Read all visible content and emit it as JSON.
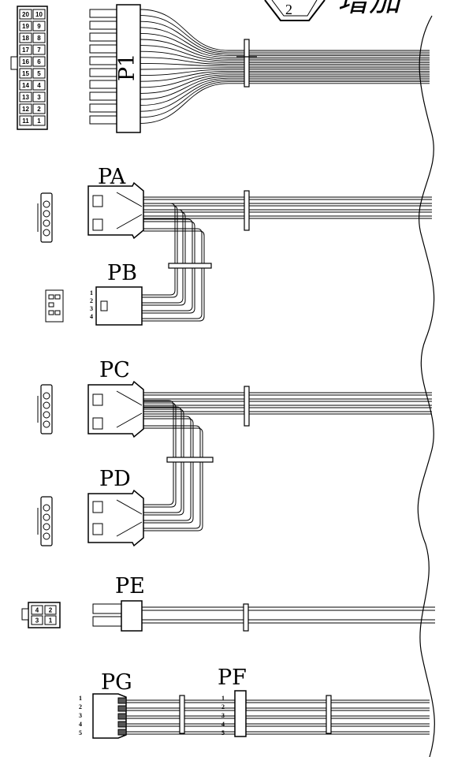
{
  "header": {
    "text": "增加",
    "badge": "2"
  },
  "connectors": {
    "p1": "P1",
    "pa": "PA",
    "pb": "PB",
    "pc": "PC",
    "pd": "PD",
    "pe": "PE",
    "pf": "PF",
    "pg": "PG"
  },
  "p1_pins": [
    [
      "20",
      "10"
    ],
    [
      "19",
      "9"
    ],
    [
      "18",
      "8"
    ],
    [
      "17",
      "7"
    ],
    [
      "16",
      "6"
    ],
    [
      "15",
      "5"
    ],
    [
      "14",
      "4"
    ],
    [
      "13",
      "3"
    ],
    [
      "12",
      "2"
    ],
    [
      "11",
      "1"
    ]
  ],
  "pe_pins": [
    [
      "4",
      "2"
    ],
    [
      "3",
      "1"
    ]
  ],
  "pb_pins": [
    "1",
    "2",
    "3",
    "4"
  ],
  "pg_pins": [
    "1",
    "2",
    "3",
    "4",
    "5"
  ],
  "pf_pins": [
    "1",
    "2",
    "3",
    "4",
    "5"
  ]
}
